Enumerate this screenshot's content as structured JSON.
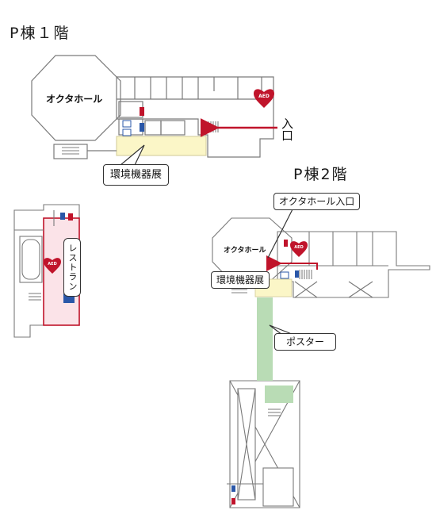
{
  "floor1": {
    "title": "P棟１階",
    "hall_label": "オクタホール",
    "exhibit_label": "環境機器展",
    "entrance_label": "入口",
    "aed_label": "AED"
  },
  "floor2": {
    "title": "P棟2階",
    "hall_label": "オクタホール",
    "entrance_callout": "オクタホール入口",
    "exhibit_label": "環境機器展",
    "poster_label": "ポスター",
    "aed_label": "AED"
  },
  "restaurant": {
    "label": "レストラン",
    "aed_label": "AED"
  },
  "colors": {
    "route_red": "#c0142b",
    "exhibit_yellow": "#fbf6c7",
    "poster_green": "#b9dcb5",
    "wall_gray": "#7a7a7a",
    "info_blue": "#2a57a8"
  }
}
